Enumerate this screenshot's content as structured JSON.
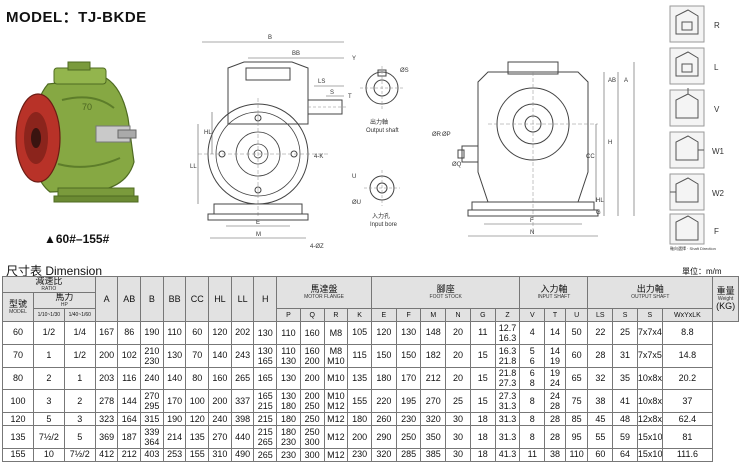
{
  "model_title": "MODEL：TJ-BKDE",
  "size_range": "▲60#–155#",
  "dimension_title": "尺寸表  Dimension",
  "unit": "單位：m/m",
  "drawing_labels": {
    "B": "B",
    "BB": "BB",
    "LS": "LS",
    "S": "S",
    "HL": "HL",
    "LL": "LL",
    "E": "E",
    "M": "M",
    "K": "4-K",
    "Z": "4-ØZ",
    "Y": "Y",
    "T": "T",
    "PhiS": "ØS",
    "output_cn": "出力軸",
    "output_en": "Output shaft",
    "U": "U",
    "PhiU": "ØU",
    "input_cn": "入力孔",
    "input_en": "Input bore",
    "PhiR": "ØR",
    "PhiP": "ØP",
    "PhiQ": "ØQ",
    "CC": "CC",
    "H": "H",
    "G": "G",
    "F": "F",
    "N": "N",
    "A": "A",
    "AB": "AB"
  },
  "directions": {
    "items": [
      "R",
      "L",
      "V",
      "W1",
      "W2",
      "F"
    ],
    "caption": "軸向選擇 · Shaft Direction"
  },
  "table": {
    "header": {
      "ratio_cn": "減速比",
      "ratio_en": "RATIO",
      "hp_cn": "馬力",
      "hp_en": "HP",
      "model_cn": "型號",
      "model_en": "MODEL",
      "ratio_a": "1/10~1/30",
      "ratio_b": "1/40~1/60",
      "motor_cn": "馬達盤",
      "motor_en": "MOTOR FLANGE",
      "foot_cn": "腳座",
      "foot_en": "FOOT STOCK",
      "input_cn": "入力軸",
      "input_en": "INPUT SHAFT",
      "output_cn": "出力軸",
      "output_en": "OUTPUT SHAFT",
      "weight_cn": "重量",
      "weight_en": "Weight",
      "weight_unit": "(KG)",
      "A": "A",
      "AB": "AB",
      "B": "B",
      "BB": "BB",
      "CC": "CC",
      "HL": "HL",
      "LL": "LL",
      "H": "H",
      "P": "P",
      "Q": "Q",
      "R": "R",
      "K": "K",
      "E": "E",
      "F": "F",
      "M": "M",
      "N": "N",
      "G": "G",
      "Z": "Z",
      "V": "V",
      "T": "T",
      "U": "U",
      "LS": "LS",
      "S": "S",
      "WYLK": "WxYxLK"
    },
    "rows": [
      [
        "60",
        "1/2",
        "1/4",
        "167",
        "86",
        "190",
        "110",
        "60",
        "120",
        "202",
        [
          "130"
        ],
        [
          "110"
        ],
        [
          "160"
        ],
        [
          "M8"
        ],
        "105",
        "120",
        "130",
        "148",
        "20",
        "11",
        [
          "12.7",
          "16.3"
        ],
        "4",
        "14",
        "50",
        "22",
        "25",
        "7x7x45",
        "8.8"
      ],
      [
        "70",
        "1",
        "1/2",
        "200",
        "102",
        [
          "210",
          "230"
        ],
        "130",
        "70",
        "140",
        "243",
        [
          "130",
          "165"
        ],
        [
          "110",
          "130"
        ],
        [
          "160",
          "200"
        ],
        [
          "M8",
          "M10"
        ],
        "115",
        "150",
        "150",
        "182",
        "20",
        "15",
        [
          "16.3",
          "21.8"
        ],
        [
          "5",
          "6"
        ],
        [
          "14",
          "19"
        ],
        "60",
        "28",
        "31",
        "7x7x55",
        "14.8"
      ],
      [
        "80",
        "2",
        "1",
        "203",
        "116",
        "240",
        "140",
        "80",
        "160",
        "265",
        [
          "165"
        ],
        [
          "130"
        ],
        [
          "200"
        ],
        [
          "M10"
        ],
        "135",
        "180",
        "170",
        "212",
        "20",
        "15",
        [
          "21.8",
          "27.3"
        ],
        [
          "6",
          "8"
        ],
        [
          "19",
          "24"
        ],
        "65",
        "32",
        "35",
        "10x8x60",
        "20.2"
      ],
      [
        "100",
        "3",
        "2",
        "278",
        "144",
        [
          "270",
          "295"
        ],
        "170",
        "100",
        "200",
        "337",
        [
          "165",
          "215"
        ],
        [
          "130",
          "180"
        ],
        [
          "200",
          "250"
        ],
        [
          "M10",
          "M12"
        ],
        "155",
        "220",
        "195",
        "270",
        "25",
        "15",
        [
          "27.3",
          "31.3"
        ],
        "8",
        [
          "24",
          "28"
        ],
        "75",
        "38",
        "41",
        "10x8x70",
        "37"
      ],
      [
        "120",
        "5",
        "3",
        "323",
        "164",
        "315",
        "190",
        "120",
        "240",
        "398",
        [
          "215"
        ],
        [
          "180"
        ],
        [
          "250"
        ],
        [
          "M12"
        ],
        "180",
        "260",
        "230",
        "320",
        "30",
        "18",
        "31.3",
        "8",
        "28",
        "85",
        "45",
        "48",
        "12x8x80",
        "62.4"
      ],
      [
        "135",
        "7½/2",
        "5",
        "369",
        "187",
        [
          "339",
          "364"
        ],
        "214",
        "135",
        "270",
        "440",
        [
          "215",
          "265"
        ],
        [
          "180",
          "230"
        ],
        [
          "250",
          "300"
        ],
        [
          "M12"
        ],
        "200",
        "290",
        "250",
        "350",
        "30",
        "18",
        "31.3",
        "8",
        "28",
        "95",
        "55",
        "59",
        "15x10x90",
        "81"
      ],
      [
        "155",
        "10",
        "7½/2",
        "412",
        "212",
        "403",
        "253",
        "155",
        "310",
        "490",
        [
          "265"
        ],
        [
          "230"
        ],
        [
          "300"
        ],
        [
          "M12"
        ],
        "230",
        "320",
        "285",
        "385",
        "30",
        "18",
        "41.3",
        "11",
        "38",
        "110",
        "60",
        "64",
        "15x10x105",
        "111.6"
      ]
    ]
  }
}
